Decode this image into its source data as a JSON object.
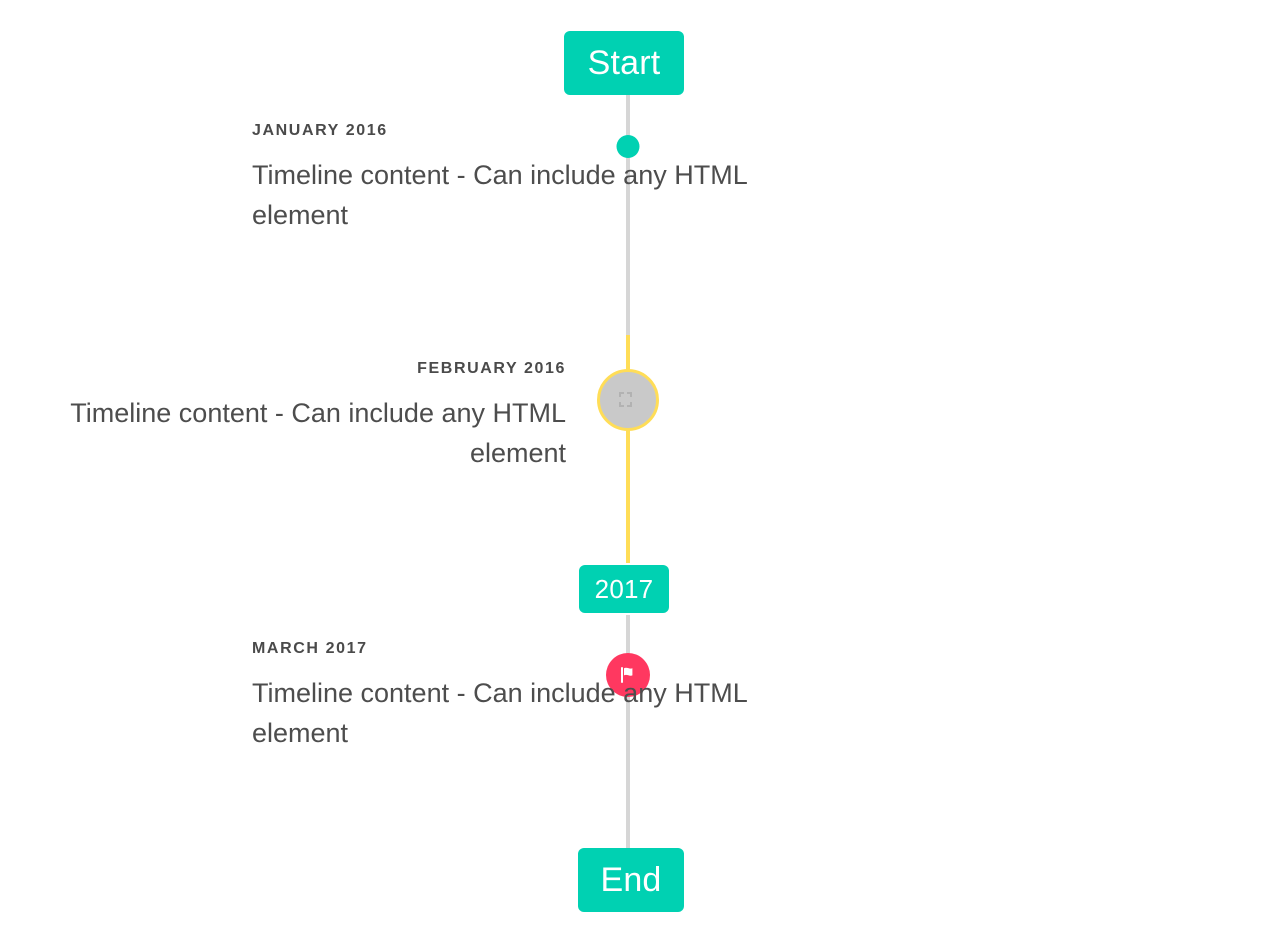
{
  "timeline": {
    "header": {
      "label": "Start"
    },
    "footer": {
      "label": "End"
    },
    "midmarker": {
      "label": "2017"
    },
    "colors": {
      "primary": "#00d1b2",
      "warning": "#ffdd57",
      "danger": "#ff3860",
      "rail": "#d6d6d6",
      "marker_image_bg": "#c9c9c9",
      "text": "#4a4a4a",
      "background": "#ffffff"
    },
    "items": [
      {
        "side": "right",
        "heading": "JANUARY 2016",
        "content": "Timeline content - Can include any HTML element",
        "marker": {
          "type": "dot",
          "icon": "",
          "color": "#00d1b2"
        }
      },
      {
        "side": "left",
        "heading": "FEBRUARY 2016",
        "content": "Timeline content - Can include any HTML element",
        "marker": {
          "type": "image",
          "icon": "broken-image-icon",
          "color": "#ffdd57"
        }
      },
      {
        "side": "right",
        "heading": "MARCH 2017",
        "content": "Timeline content - Can include any HTML element",
        "marker": {
          "type": "icon",
          "icon": "flag-icon",
          "color": "#ff3860"
        }
      }
    ]
  }
}
